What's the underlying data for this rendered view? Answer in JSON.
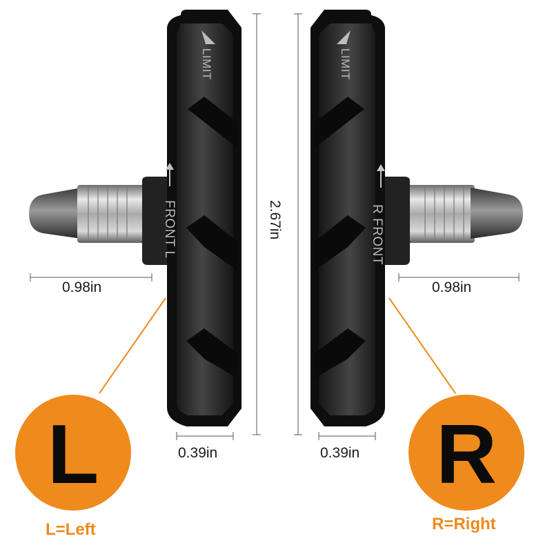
{
  "dimensions": {
    "stem_length_left": "0.98in",
    "stem_length_right": "0.98in",
    "pad_width_left": "0.39in",
    "pad_width_right": "0.39in",
    "pad_height": "2.67in"
  },
  "left_pad": {
    "limit_mark": "LIMIT",
    "front_mark": "FRONT L"
  },
  "right_pad": {
    "limit_mark": "LIMIT",
    "front_mark": "R FRONT"
  },
  "badges": {
    "left_letter": "L",
    "right_letter": "R",
    "left_caption": "L=Left",
    "right_caption": "R=Right"
  },
  "colors": {
    "accent_orange": "#ef8a1d",
    "pad_black": "#111111",
    "pad_face_grey": "#3a3a3a",
    "stem_silver": "#c9c9c9"
  }
}
